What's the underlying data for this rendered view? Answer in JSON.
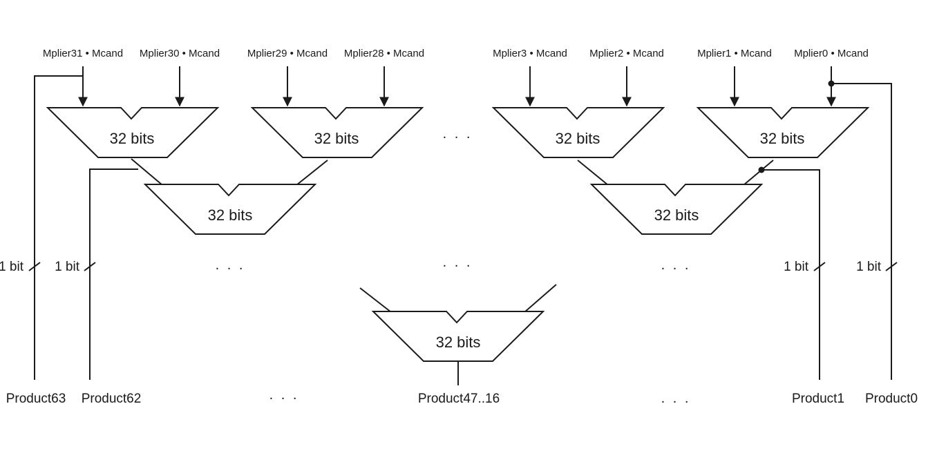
{
  "diagram": {
    "input_labels": [
      "Mplier31 • Mcand",
      "Mplier30 • Mcand",
      "Mplier29 • Mcand",
      "Mplier28 • Mcand",
      "Mplier3 • Mcand",
      "Mplier2 • Mcand",
      "Mplier1 • Mcand",
      "Mplier0 • Mcand"
    ],
    "adder_label": "32 bits",
    "bit_width_label": "1 bit",
    "product_labels": [
      "Product63",
      "Product62",
      "Product47..16",
      "Product1",
      "Product0"
    ],
    "ellipsis": ". . ."
  }
}
